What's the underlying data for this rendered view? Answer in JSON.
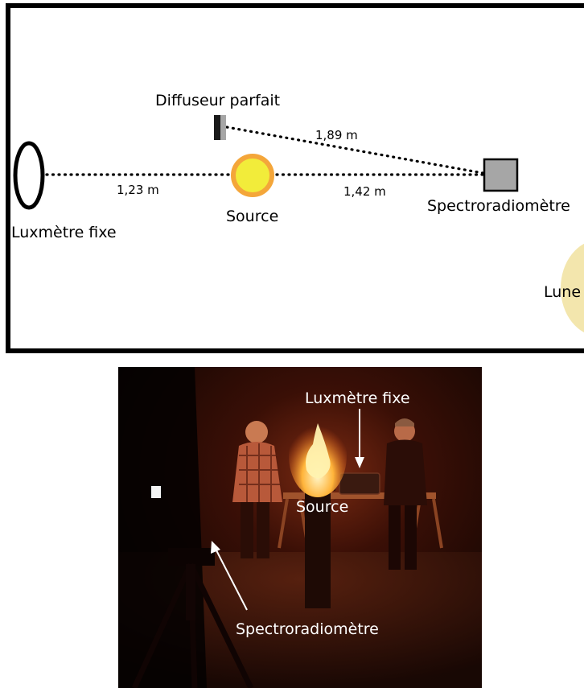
{
  "diagram": {
    "labels": {
      "diffuser": "Diffuseur parfait",
      "distance_diffuser": "1,89 m",
      "distance_left": "1,23 m",
      "distance_right": "1,42 m",
      "luxmeter": "Luxmètre fixe",
      "source": "Source",
      "spectro": "Spectroradiomètre",
      "moon": "Lune"
    },
    "colors": {
      "frame": "#000000",
      "sun_fill": "#f2ec3a",
      "sun_ring": "#f4a63a",
      "moon_fill": "#f3e6ad",
      "spectro_fill": "#a6a6a6"
    }
  },
  "photo": {
    "labels": {
      "luxmeter": "Luxmètre fixe",
      "source": "Source",
      "spectro": "Spectroradiomètre"
    }
  }
}
